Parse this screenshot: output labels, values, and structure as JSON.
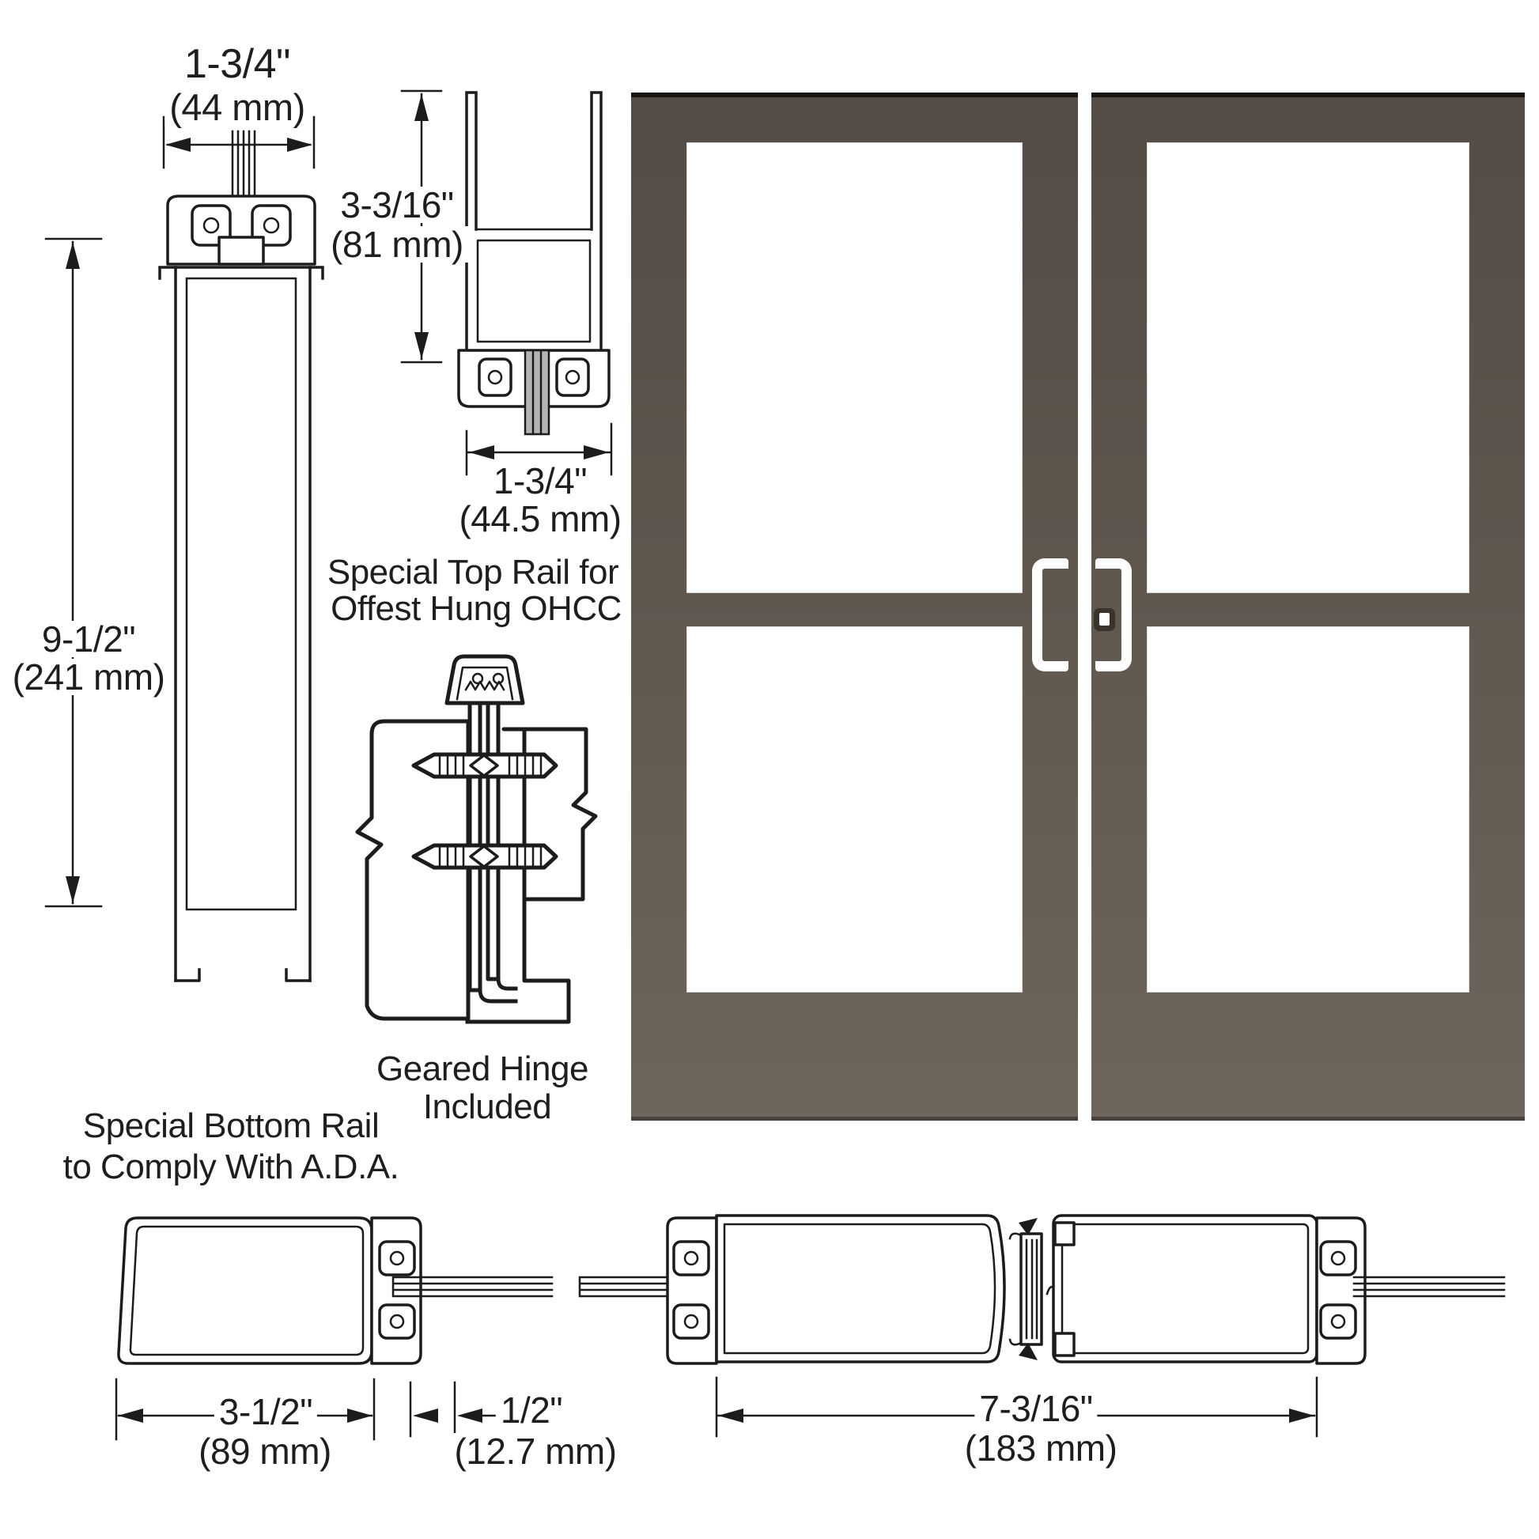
{
  "colors": {
    "background": "#ffffff",
    "line": "#1c1c1c",
    "door_top": "#544c45",
    "door_bottom": "#6e665c",
    "door_edge": "#19140f",
    "handle": "#ffffff",
    "glass": "#ffffff"
  },
  "dims": {
    "bottom_rail_width": {
      "in": "1-3/4\"",
      "mm": "(44 mm)"
    },
    "bottom_rail_height": {
      "in": "9-1/2\"",
      "mm": "(241 mm)"
    },
    "top_rail_height": {
      "in": "3-3/16\"",
      "mm": "(81 mm)"
    },
    "top_rail_width": {
      "in": "1-3/4\"",
      "mm": "(44.5 mm)"
    },
    "bottom_rail_face": {
      "in": "3-1/2\"",
      "mm": "(89 mm)"
    },
    "glass_inset": {
      "in": "1/2\"",
      "mm": "(12.7 mm)"
    },
    "stile_pair_width": {
      "in": "7-3/16\"",
      "mm": "(183 mm)"
    }
  },
  "labels": {
    "top_rail_caption_1": "Special Top Rail for",
    "top_rail_caption_2": "Offest Hung OHCC",
    "hinge_caption_1": "Geared Hinge",
    "hinge_caption_2": "Included",
    "bottom_rail_caption_1": "Special Bottom Rail",
    "bottom_rail_caption_2": "to Comply With A.D.A."
  }
}
